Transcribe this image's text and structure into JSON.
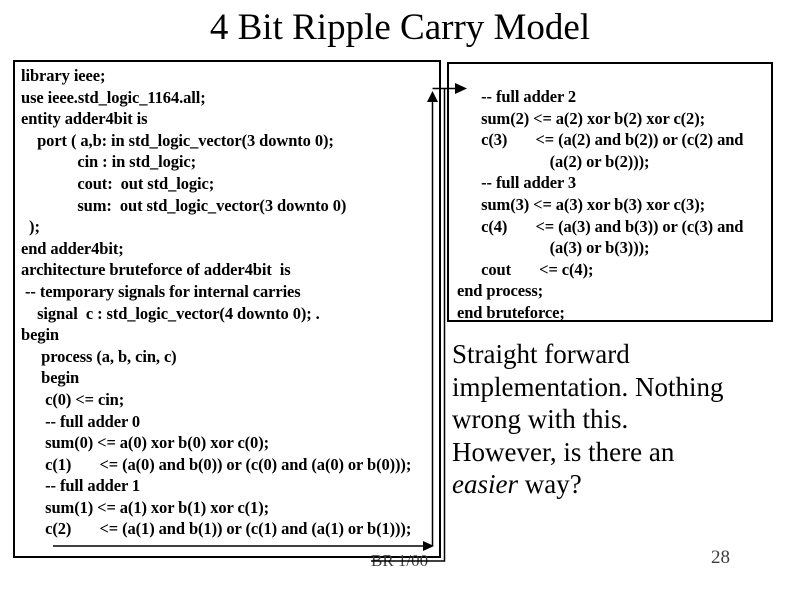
{
  "slide": {
    "title": "4 Bit Ripple Carry Model",
    "footer": "BR 1/00",
    "page_number": "28"
  },
  "left_code_box": {
    "lines": [
      "library ieee;",
      "use ieee.std_logic_1164.all;",
      "entity adder4bit is",
      "    port ( a,b: in std_logic_vector(3 downto 0);",
      "              cin : in std_logic;",
      "              cout:  out std_logic;",
      "              sum:  out std_logic_vector(3 downto 0)",
      "  );",
      "end adder4bit;",
      "architecture bruteforce of adder4bit  is",
      " -- temporary signals for internal carries",
      "    signal  c : std_logic_vector(4 downto 0); .",
      "begin",
      "     process (a, b, cin, c)",
      "     begin",
      "      c(0) <= cin;",
      "      -- full adder 0",
      "      sum(0) <= a(0) xor b(0) xor c(0);",
      "      c(1)       <= (a(0) and b(0)) or (c(0) and (a(0) or b(0)));",
      "      -- full adder 1",
      "      sum(1) <= a(1) xor b(1) xor c(1);",
      "      c(2)       <= (a(1) and b(1)) or (c(1) and (a(1) or b(1)));"
    ]
  },
  "right_code_box": {
    "lines": [
      "      -- full adder 2",
      "      sum(2) <= a(2) xor b(2) xor c(2);",
      "      c(3)       <= (a(2) and b(2)) or (c(2) and",
      "                       (a(2) or b(2)));",
      "      -- full adder 3",
      "      sum(3) <= a(3) xor b(3) xor c(3);",
      "      c(4)       <= (a(3) and b(3)) or (c(3) and",
      "                       (a(3) or b(3)));",
      "      cout       <= c(4);",
      "end process;",
      "end bruteforce;"
    ]
  },
  "note": {
    "lines": [
      "Straight forward",
      "implementation. Nothing",
      "wrong with this.",
      "However, is there an"
    ],
    "italic_word": "easier",
    "last_line_rest": " way?"
  },
  "connectors": {
    "bottom_flow_arrow": "right-arrow along bottom of left box",
    "carry_up_arrow": "up-arrow along right edge of left box",
    "continuation_arrow": "right-arrow into right code box"
  },
  "colors": {
    "background": "#ffffff",
    "text": "#000000",
    "border": "#000000",
    "footer_text": "#3d3d3d"
  }
}
